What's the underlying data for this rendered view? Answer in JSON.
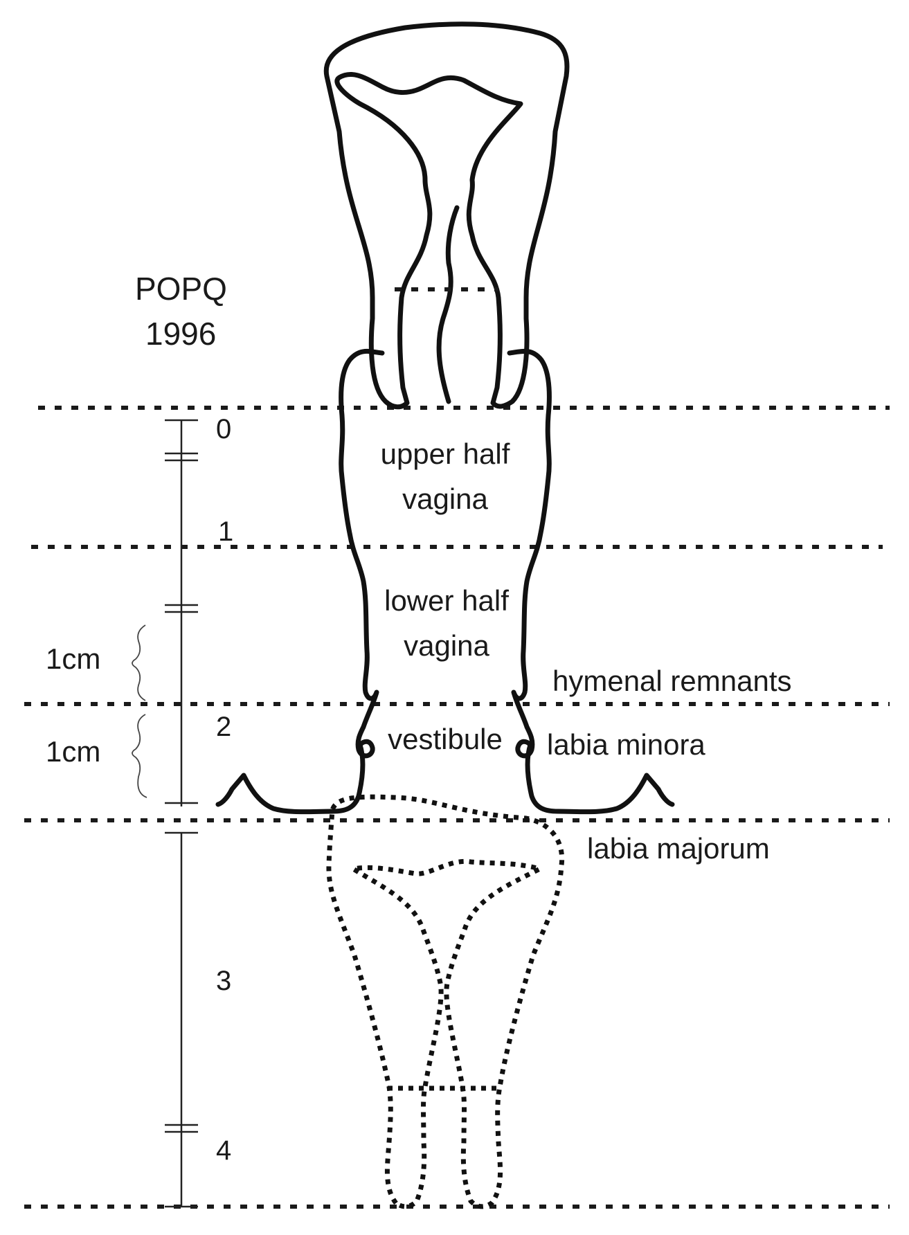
{
  "figure": {
    "title_line1": "POPQ",
    "title_line2": "1996"
  },
  "scale": {
    "marks": [
      "0",
      "1",
      "2",
      "3",
      "4"
    ],
    "spacing_labels": [
      "1cm",
      "1cm"
    ]
  },
  "regions": {
    "upper_half_line1": "upper half",
    "upper_half_line2": "vagina",
    "lower_half_line1": "lower half",
    "lower_half_line2": "vagina",
    "vestibule": "vestibule"
  },
  "annotations": {
    "hymenal_remnants": "hymenal remnants",
    "labia_minora": "labia minora",
    "labia_majorum": "labia majorum"
  }
}
